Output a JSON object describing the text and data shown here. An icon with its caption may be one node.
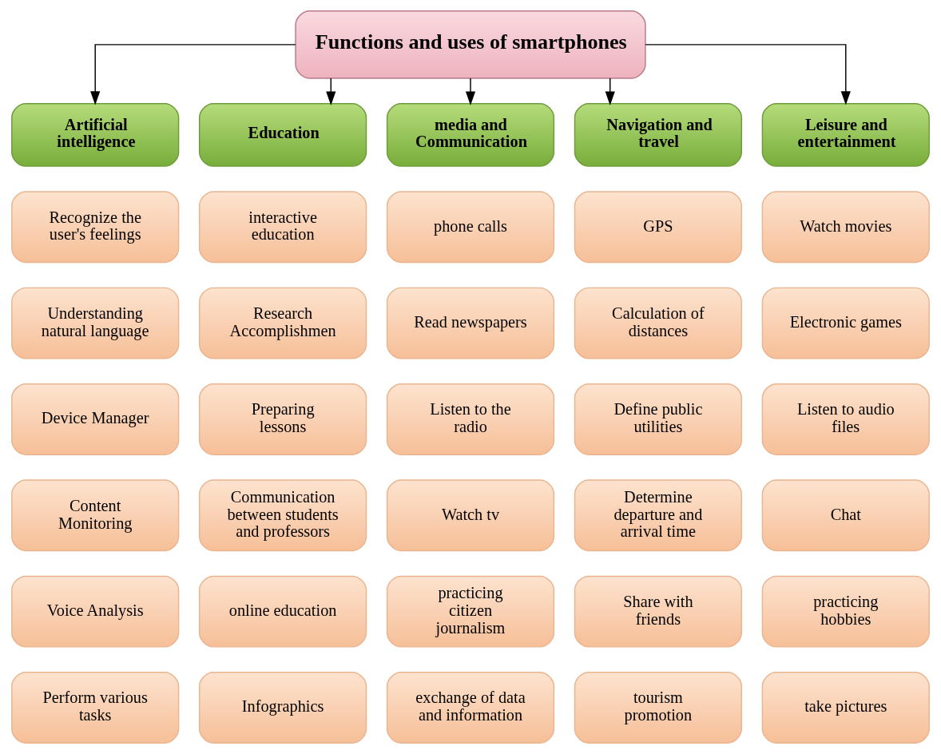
{
  "diagram": {
    "nodes": [
      {
        "text": [
          "Functions and uses of smartphones"
        ]
      },
      {
        "text": [
          "Artificial intelligence"
        ]
      },
      {
        "text": [
          "Education"
        ]
      },
      {
        "text": [
          "media and Communication"
        ]
      },
      {
        "text": [
          "Navigation and travel"
        ]
      },
      {
        "text": [
          "Leisure and entertainment"
        ]
      },
      {
        "text": [
          "Recognize the user's feelings"
        ]
      },
      {
        "text": [
          "interactive education"
        ]
      },
      {
        "text": [
          "phone calls"
        ]
      },
      {
        "text": [
          "GPS"
        ]
      },
      {
        "text": [
          "Watch movies"
        ]
      },
      {
        "text": [
          "Understanding natural language"
        ]
      },
      {
        "text": [
          "Research Accomplishmen"
        ]
      },
      {
        "text": [
          "Read newspapers"
        ]
      },
      {
        "text": [
          "Calculation of distances"
        ]
      },
      {
        "text": [
          "Electronic games"
        ]
      },
      {
        "text": [
          "Device Manager"
        ]
      },
      {
        "text": [
          "Preparing lessons"
        ]
      },
      {
        "text": [
          "Listen to the radio"
        ]
      },
      {
        "text": [
          "Define public utilities"
        ]
      },
      {
        "text": [
          "Listen to audio files"
        ]
      },
      {
        "text": [
          "Content Monitoring"
        ]
      },
      {
        "text": [
          "Communication between students and professors"
        ]
      },
      {
        "text": [
          "Watch tv"
        ]
      },
      {
        "text": [
          "Determine departure and arrival time"
        ]
      },
      {
        "text": [
          "Chat"
        ]
      },
      {
        "text": [
          "Voice Analysis"
        ]
      },
      {
        "text": [
          "online education"
        ]
      },
      {
        "text": [
          "practicing citizen journalism"
        ]
      },
      {
        "text": [
          "Share with friends"
        ]
      },
      {
        "text": [
          "practicing hobbies"
        ]
      },
      {
        "text": [
          "Perform various tasks"
        ]
      },
      {
        "text": [
          "Infographics"
        ]
      },
      {
        "text": [
          "exchange of data and information"
        ]
      },
      {
        "text": [
          "tourism promotion"
        ]
      },
      {
        "text": [
          "take pictures"
        ]
      }
    ],
    "edges": [
      {
        "from": 0,
        "to": 1,
        "arrow": "to"
      },
      {
        "from": 0,
        "to": 2,
        "arrow": "to"
      },
      {
        "from": 0,
        "to": 3,
        "arrow": "to"
      },
      {
        "from": 0,
        "to": 4,
        "arrow": "to"
      },
      {
        "from": 0,
        "to": 5,
        "arrow": "to"
      }
    ]
  }
}
